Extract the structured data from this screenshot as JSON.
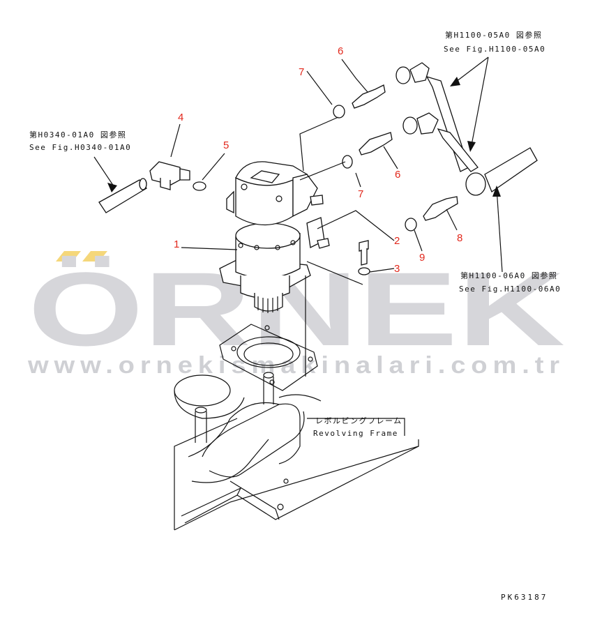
{
  "watermark": {
    "brand": "ÖRNEK",
    "url": "www.ornekismakinalari.com.tr",
    "accent_color": "#f5d77a",
    "text_color": "#d6d6da"
  },
  "references": {
    "h0340": {
      "jp": "第H0340-01A0 図参照",
      "en": "See Fig.H0340-01A0"
    },
    "h1100_05": {
      "jp": "第H1100-05A0 図参照",
      "en": "See Fig.H1100-05A0"
    },
    "h1100_06": {
      "jp": "第H1100-06A0 図参照",
      "en": "See Fig.H1100-06A0"
    },
    "frame": {
      "jp": "レボルビングフレーム",
      "en": "Revolving Frame"
    }
  },
  "callouts": [
    "1",
    "2",
    "3",
    "4",
    "5",
    "6",
    "6",
    "7",
    "7",
    "8",
    "9"
  ],
  "callout_color": "#e2281c",
  "drawing_code": "PK63187"
}
